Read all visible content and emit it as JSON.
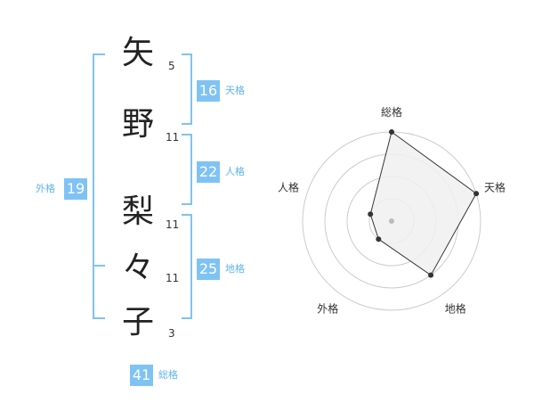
{
  "name": {
    "characters": [
      {
        "char": "矢",
        "strokes": "5"
      },
      {
        "char": "野",
        "strokes": "11"
      },
      {
        "char": "梨",
        "strokes": "11"
      },
      {
        "char": "々",
        "strokes": "11"
      },
      {
        "char": "子",
        "strokes": "3"
      }
    ]
  },
  "fortunes": {
    "tenkaku": {
      "label": "天格",
      "value": "16"
    },
    "jinkaku": {
      "label": "人格",
      "value": "22"
    },
    "chikaku": {
      "label": "地格",
      "value": "25"
    },
    "gaikaku": {
      "label": "外格",
      "value": "19"
    },
    "soukaku": {
      "label": "総格",
      "value": "41"
    }
  },
  "chart_data": {
    "type": "radar",
    "axes": [
      "総格",
      "天格",
      "地格",
      "外格",
      "人格"
    ],
    "values": [
      4,
      4,
      3,
      1,
      1
    ],
    "max": 4,
    "rings": 4,
    "colors": {
      "fill": "#f0f0f0",
      "line": "#333333",
      "point": "#333333",
      "grid": "#cccccc",
      "center": "#bbbbbb"
    }
  },
  "colors": {
    "accent": "#7fc3f5",
    "accent_text": "#5fb4ee"
  }
}
